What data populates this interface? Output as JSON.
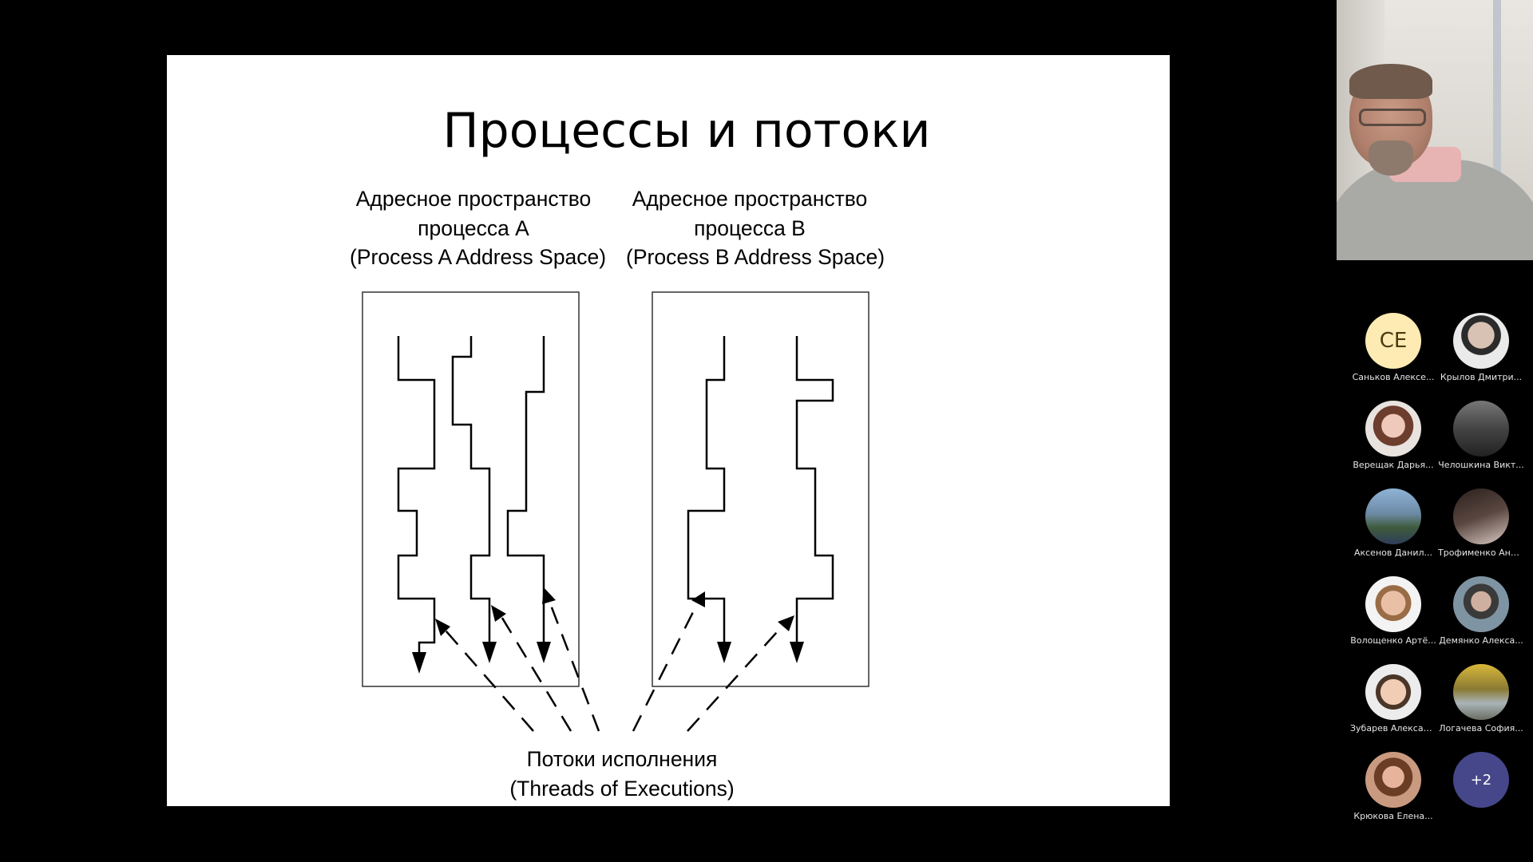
{
  "slide": {
    "title": "Процессы и потоки",
    "process_a": {
      "line1": "Адресное пространство",
      "line2": "процесса A",
      "line3": "(Process A Address Space)"
    },
    "process_b": {
      "line1": "Адресное пространство",
      "line2": "процесса B",
      "line3": "(Process B Address Space)"
    },
    "threads": {
      "line1": "Потоки исполнения",
      "line2": "(Threads of Executions)"
    }
  },
  "participants": [
    {
      "name": "Саньков Алексе...",
      "initials": "CE",
      "avatar_color": "#fdebb3"
    },
    {
      "name": "Крылов Дмитри...",
      "avatar_color": "#9a8a80"
    },
    {
      "name": "Верещак Дарья...",
      "avatar_color": "#c78e84"
    },
    {
      "name": "Челошкина Викт...",
      "avatar_color": "#5f5f5f"
    },
    {
      "name": "Аксенов Данил...",
      "avatar_color": "#6b8aa8"
    },
    {
      "name": "Трофименко Ана...",
      "avatar_color": "#4a3f3b"
    },
    {
      "name": "Волощенко Артё...",
      "avatar_color": "#d7b19a"
    },
    {
      "name": "Демянко Алекса...",
      "avatar_color": "#5c6f7d"
    },
    {
      "name": "Зубарев Алексан...",
      "avatar_color": "#cfa68f"
    },
    {
      "name": "Логачева София...",
      "avatar_color": "#b4a04c"
    },
    {
      "name": "Крюкова Елена...",
      "avatar_color": "#a7745c"
    }
  ],
  "more_participants": "+2"
}
